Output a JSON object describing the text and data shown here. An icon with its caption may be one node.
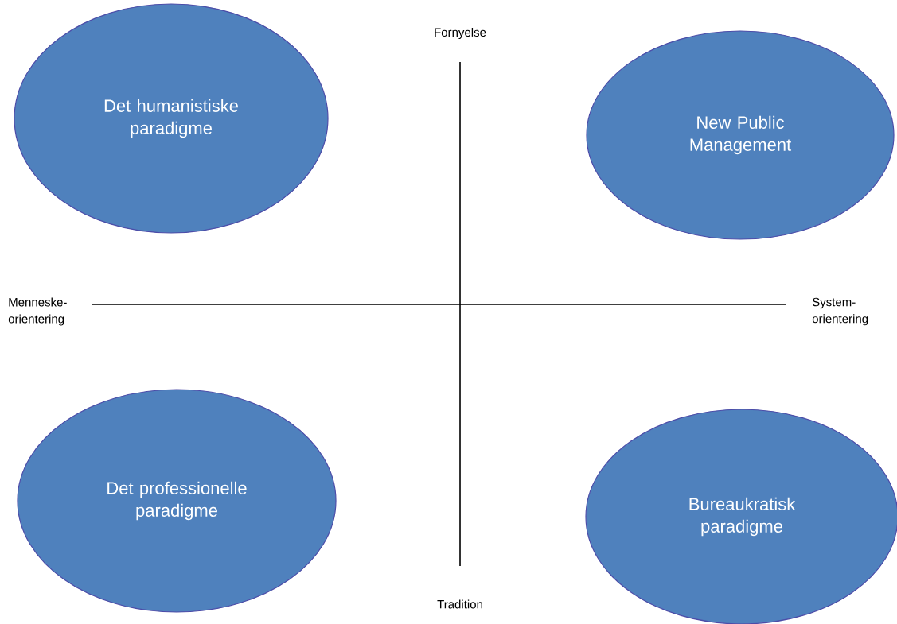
{
  "diagram": {
    "nodes": [
      {
        "text": [
          "Det humanistiske paradigme"
        ]
      },
      {
        "text": [
          "New Public Management"
        ]
      },
      {
        "text": [
          "Det professionelle paradigme"
        ]
      },
      {
        "text": [
          "Bureaukratisk paradigme"
        ]
      }
    ],
    "labels": [
      "Fornyelse",
      "Menneske- orientering",
      "System- orientering",
      "Tradition"
    ]
  }
}
